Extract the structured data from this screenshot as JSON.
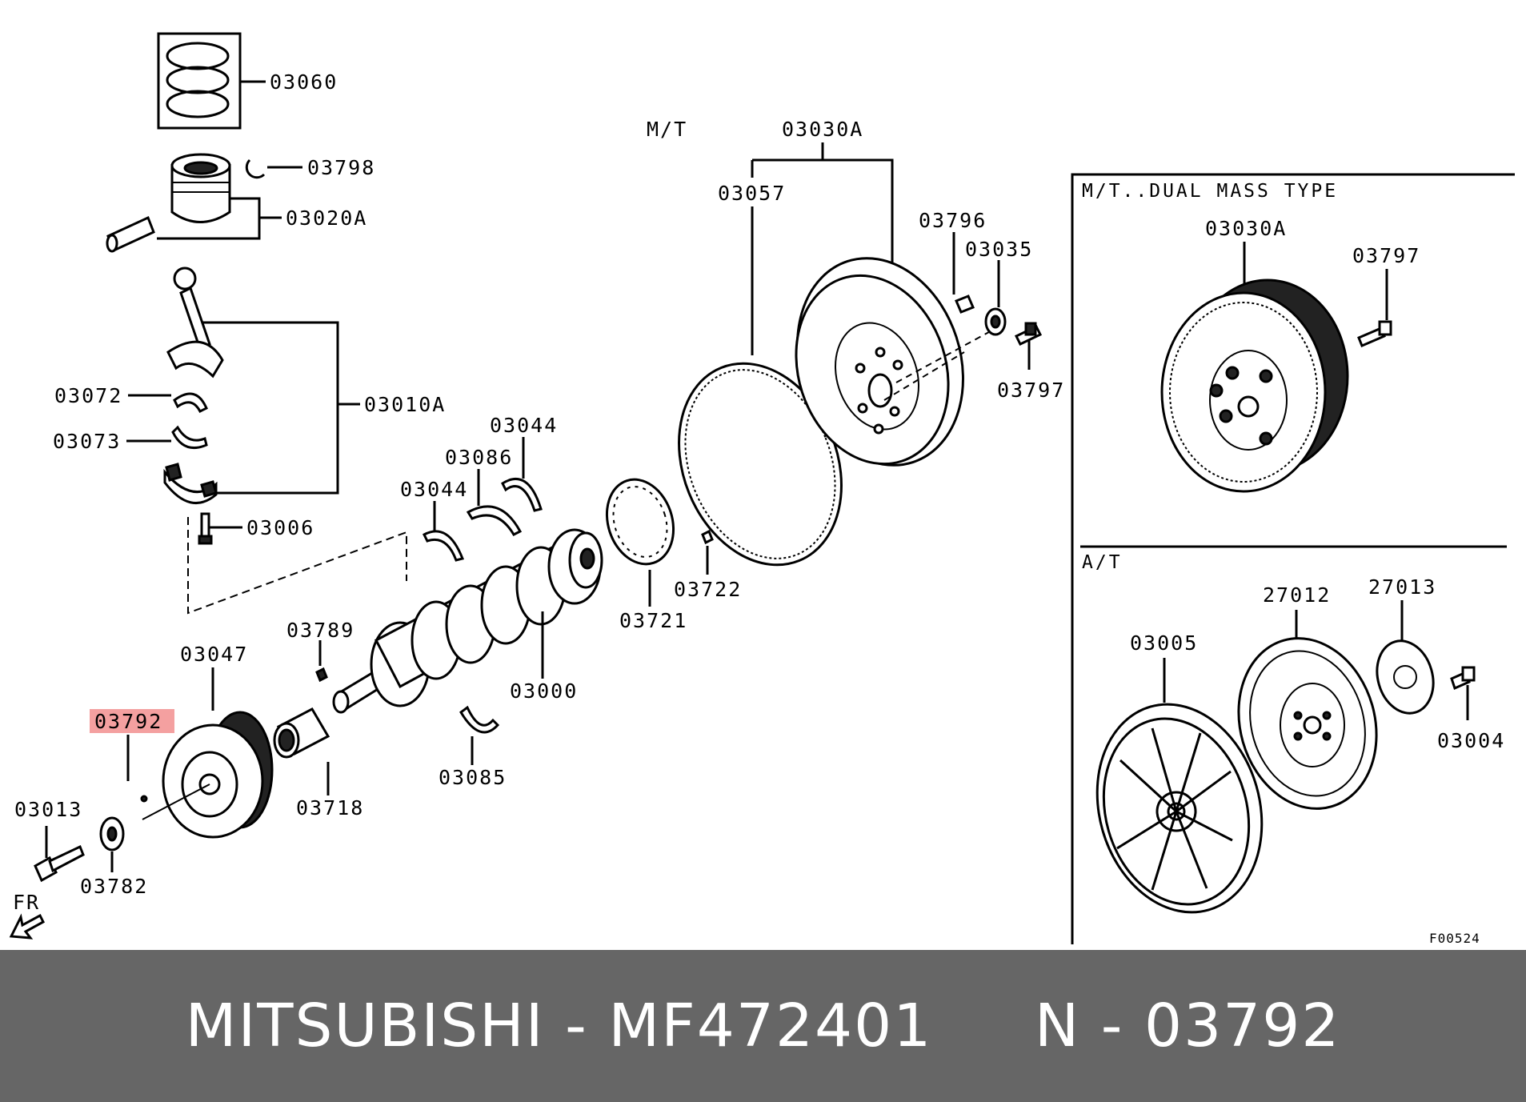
{
  "labels": {
    "p03060": "03060",
    "p03798": "03798",
    "p03020A": "03020A",
    "p03072": "03072",
    "p03073": "03073",
    "p03010A": "03010A",
    "p03006": "03006",
    "p03044a": "03044",
    "p03086": "03086",
    "p03044b": "03044",
    "p03000": "03000",
    "p03085": "03085",
    "p03789": "03789",
    "p03718": "03718",
    "p03047": "03047",
    "p03792": "03792",
    "p03013": "03013",
    "p03782": "03782",
    "fr": "FR",
    "mt": "M/T",
    "p03030A": "03030A",
    "p03057": "03057",
    "p03796": "03796",
    "p03035": "03035",
    "p03797": "03797",
    "p03721": "03721",
    "p03722": "03722",
    "dual_title": "M/T..DUAL MASS TYPE",
    "dual_03030A": "03030A",
    "dual_03797": "03797",
    "at_title": "A/T",
    "at_03005": "03005",
    "at_27012": "27012",
    "at_27013": "27013",
    "at_03004": "03004",
    "figure_code": "F00524"
  },
  "highlight_color": "#f4a0a0",
  "footer": {
    "text": "MITSUBISHI - MF472401     N - 03792"
  }
}
